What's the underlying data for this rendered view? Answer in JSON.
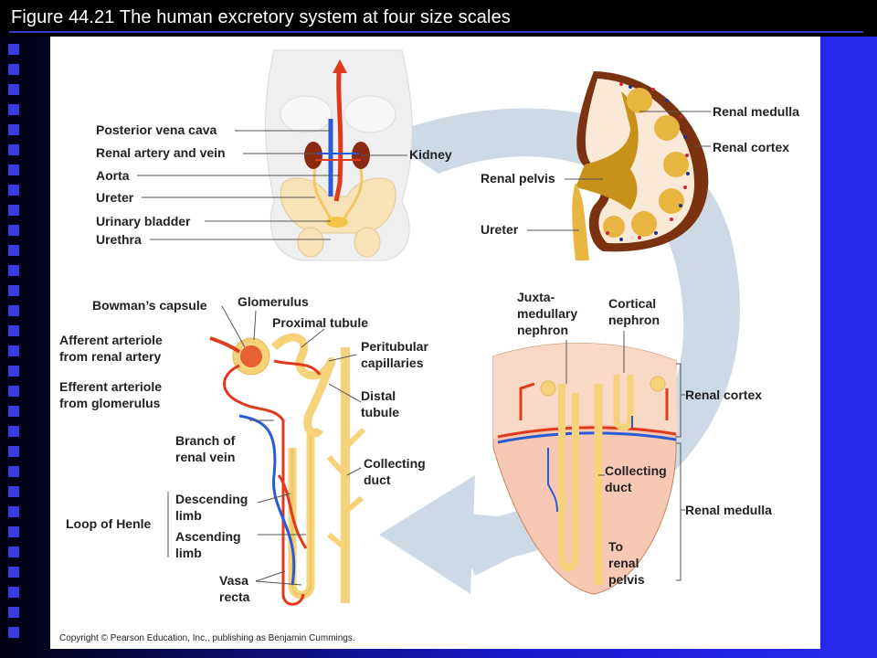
{
  "title": "Figure 44.21  The human excretory system at four size scales",
  "labels": {
    "posterior_vena_cava": "Posterior vena cava",
    "renal_artery_vein": "Renal artery and vein",
    "aorta": "Aorta",
    "ureter_body": "Ureter",
    "urinary_bladder": "Urinary bladder",
    "urethra": "Urethra",
    "kidney": "Kidney",
    "renal_medulla_kidney": "Renal medulla",
    "renal_cortex_kidney": "Renal cortex",
    "renal_pelvis": "Renal pelvis",
    "ureter_kidney": "Ureter",
    "bowmans_capsule": "Bowman’s capsule",
    "glomerulus": "Glomerulus",
    "proximal_tubule": "Proximal tubule",
    "afferent_1": "Afferent arteriole",
    "afferent_2": "from renal artery",
    "peritubular_1": "Peritubular",
    "peritubular_2": "capillaries",
    "efferent_1": "Efferent arteriole",
    "efferent_2": "from glomerulus",
    "distal_1": "Distal",
    "distal_2": "tubule",
    "branch_1": "Branch of",
    "branch_2": "renal vein",
    "collecting_1": "Collecting",
    "collecting_2": "duct",
    "descending_1": "Descending",
    "descending_2": "limb",
    "loop_of_henle": "Loop of Henle",
    "ascending_1": "Ascending",
    "ascending_2": "limb",
    "vasa_1": "Vasa",
    "vasa_2": "recta",
    "juxta_1": "Juxta-",
    "juxta_2": "medullary",
    "juxta_3": "nephron",
    "cortical_1": "Cortical",
    "cortical_2": "nephron",
    "renal_cortex_section": "Renal cortex",
    "collecting_duct_1": "Collecting",
    "collecting_duct_2": "duct",
    "renal_medulla_section": "Renal medulla",
    "to_1": "To",
    "to_2": "renal",
    "to_3": "pelvis"
  },
  "copyright": "Copyright © Pearson Education, Inc., publishing as Benjamin Cummings.",
  "colors": {
    "artery": "#e03a1c",
    "vein": "#2a5bd6",
    "tubule": "#f6d27a",
    "cortex": "#8a3a14",
    "medulla": "#e8b640",
    "arrow": "#cdd9e5",
    "skin": "#f2f2f2",
    "section": "#f7c9b4"
  }
}
